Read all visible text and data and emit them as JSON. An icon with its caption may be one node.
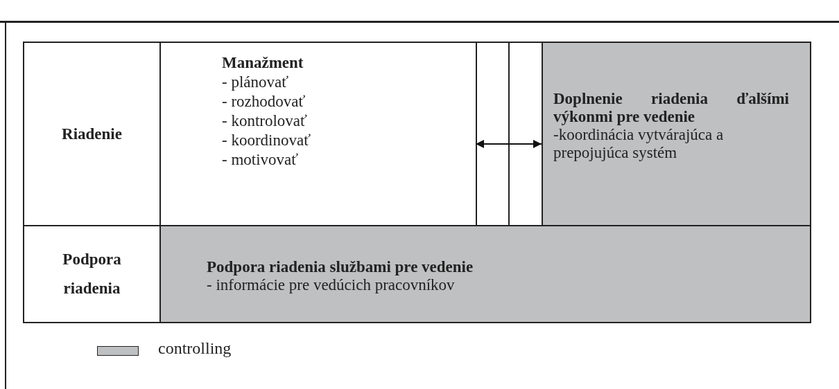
{
  "diagram": {
    "nodes": [
      {
        "text": [
          "Riadenie"
        ]
      },
      {
        "text": [
          "Manažment",
          "- plánovať",
          "- rozhodovať",
          "- kontrolovať",
          "- koordinovať",
          "- motivovať"
        ]
      },
      {
        "text": [
          "Doplnenie riadenia ďalšími výkonmi pre vedenie",
          "-koordinácia vytvárajúca a prepojujúca systém"
        ]
      },
      {
        "text": [
          "Podpora riadenia"
        ]
      },
      {
        "text": [
          "Podpora riadenia službami pre vedenie",
          "- informácie pre vedúcich pracovníkov"
        ]
      }
    ],
    "edges": [
      {
        "from": 1,
        "to": 2,
        "arrow": "both"
      }
    ],
    "legend": [
      {
        "text": "controlling",
        "color": "#bfc0c2"
      }
    ]
  }
}
